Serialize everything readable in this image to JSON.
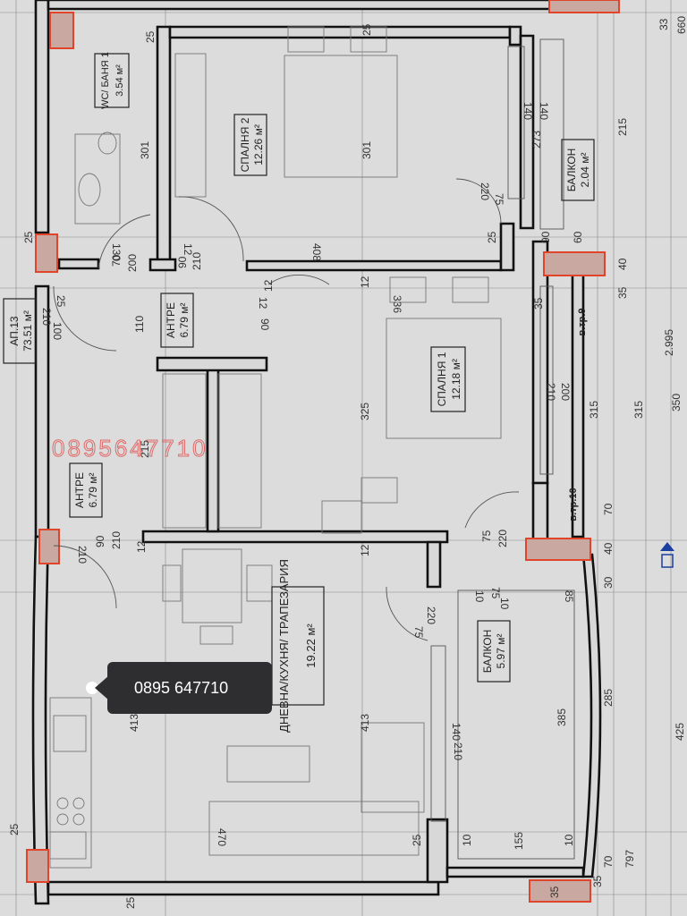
{
  "apartment": {
    "label": "АП.13",
    "area": "73.51 м²"
  },
  "rooms": {
    "wc_bath": {
      "name": "WC/ БАНЯ 1",
      "area": "3.54 м²"
    },
    "bedroom2": {
      "name": "СПАЛНЯ 2",
      "area": "12.26 м²"
    },
    "balcony_top": {
      "name": "БАЛКОН",
      "area": "2.04 м²"
    },
    "hall_upper": {
      "name": "АНТРЕ",
      "area": "6.79 м²"
    },
    "hall_lower": {
      "name": "АНТРЕ",
      "area": "6.79 м²"
    },
    "bedroom1": {
      "name": "СПАЛНЯ 1",
      "area": "12.18 м²"
    },
    "living": {
      "name": "ДНЕВНА/КУХНЯ/ ТРАПЕЗАРИЯ",
      "area": "19.22 м²"
    },
    "balcony_bottom": {
      "name": "БАЛКОН",
      "area": "5.97 м²"
    }
  },
  "shafts": {
    "shaft9": "в.тр.9",
    "shaft10": "в.тр.10"
  },
  "watermark": "0895647710",
  "phone_badge": {
    "text": "0895 647710"
  },
  "dims": {
    "d1": "25",
    "d2": "301",
    "d3": "25",
    "d4": "301",
    "d5": "33",
    "d6": "660",
    "d7": "215",
    "d8": "273",
    "d9": "140",
    "d10": "140",
    "d11": "220",
    "d12": "75",
    "d13": "25",
    "d14": "130",
    "d15": "12",
    "d16": "408",
    "d17": "25",
    "d18": "90",
    "d19": "60",
    "d20": "70",
    "d21": "200",
    "d22": "90",
    "d23": "210",
    "d24": "12",
    "d25": "40",
    "d26": "35",
    "d27": "25",
    "d28": "210",
    "d29": "100",
    "d30": "110",
    "d31": "12",
    "d32": "90",
    "d33": "336",
    "d34": "35",
    "d35": "2.995",
    "d36": "210",
    "d37": "215",
    "d38": "325",
    "d39": "200",
    "d40": "210",
    "d41": "315",
    "d42": "315",
    "d43": "90",
    "d44": "210",
    "d45": "12",
    "d46": "12",
    "d47": "75",
    "d48": "220",
    "d49": "70",
    "d50": "40",
    "d51": "75",
    "d52": "10",
    "d53": "85",
    "d54": "30",
    "d55": "220",
    "d56": "75",
    "d57": "413",
    "d58": "413",
    "d59": "140",
    "d60": "210",
    "d61": "385",
    "d62": "285",
    "d63": "425",
    "d64": "470",
    "d65": "25",
    "d66": "25",
    "d67": "10",
    "d68": "155",
    "d69": "10",
    "d70": "35",
    "d71": "70",
    "d72": "797",
    "d73": "350",
    "d74": "25",
    "d75": "35",
    "d76": "12",
    "d77": "10"
  },
  "colors": {
    "paper": "#dcdcdc",
    "wall": "#111111",
    "column": "#e0452c",
    "watermark": "#e06a6a",
    "badge": "#2e2e30"
  }
}
